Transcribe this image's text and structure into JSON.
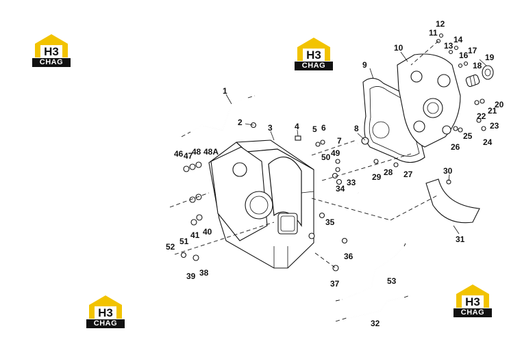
{
  "brand": {
    "logo_text": "H3",
    "logo_label": "CHAG",
    "colors": {
      "yellow": "#f2c300",
      "dark": "#111111"
    }
  },
  "callouts": [
    "1",
    "2",
    "3",
    "4",
    "5",
    "6",
    "7",
    "8",
    "9",
    "10",
    "11",
    "12",
    "13",
    "14",
    "16",
    "17",
    "18",
    "19",
    "20",
    "21",
    "22",
    "23",
    "24",
    "25",
    "26",
    "27",
    "28",
    "29",
    "30",
    "31",
    "32",
    "33",
    "34",
    "35",
    "36",
    "37",
    "38",
    "39",
    "40",
    "41",
    "46",
    "47",
    "48",
    "48A",
    "49",
    "50",
    "51",
    "52",
    "53"
  ]
}
